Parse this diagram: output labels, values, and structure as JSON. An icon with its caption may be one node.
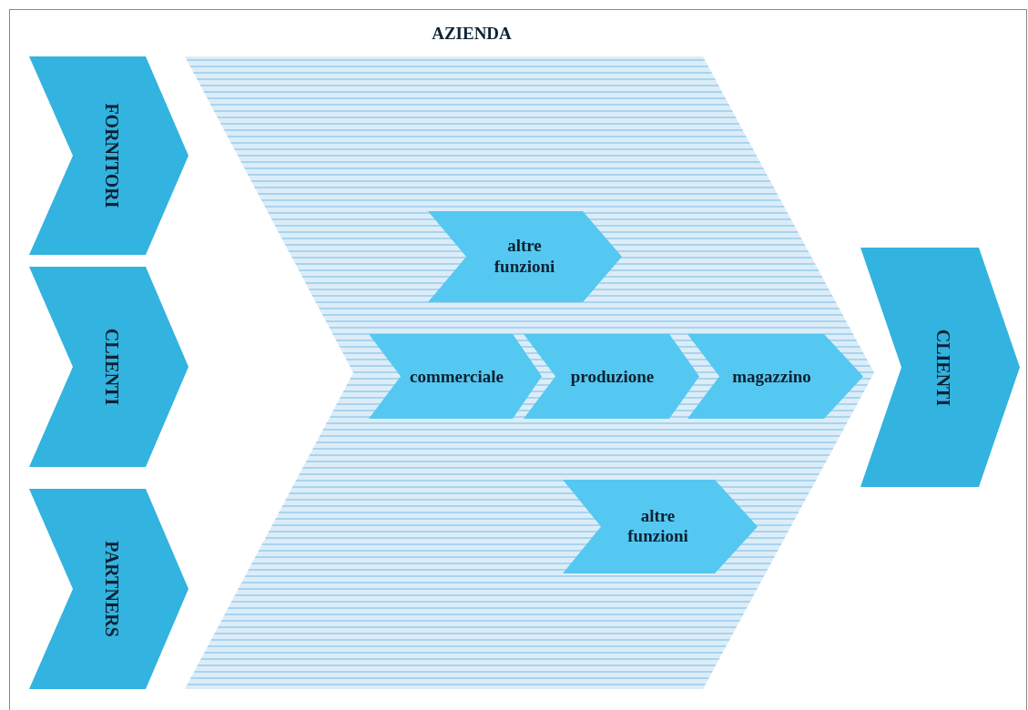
{
  "diagram": {
    "nodes": [
      {
        "text": [
          "AZIENDA"
        ]
      },
      {
        "text": [
          "FORNITORI"
        ]
      },
      {
        "text": [
          "CLIENTI"
        ]
      },
      {
        "text": [
          "PARTNERS"
        ]
      },
      {
        "text": [
          "altre funzioni"
        ],
        "in": 0
      },
      {
        "text": [
          "commerciale"
        ],
        "in": 0
      },
      {
        "text": [
          "produzione"
        ],
        "in": 0
      },
      {
        "text": [
          "magazzino"
        ],
        "in": 0
      },
      {
        "text": [
          "altre funzioni"
        ],
        "in": 0
      },
      {
        "text": [
          "CLIENTI"
        ]
      }
    ]
  }
}
